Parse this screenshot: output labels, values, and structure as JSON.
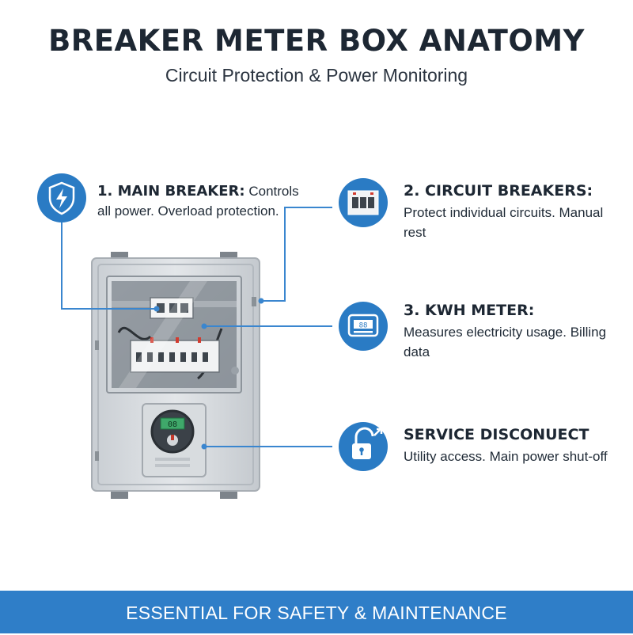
{
  "title": "BREAKER METER BOX ANATOMY",
  "subtitle": "Circuit Protection & Power Monitoring",
  "colors": {
    "accent": "#2f7ec8",
    "icon_bg": "#2a7bc4",
    "callout_line": "#3a86cf"
  },
  "meter": {
    "display": "08"
  },
  "callouts": [
    {
      "heading": "1. MAIN BREAKER:",
      "text": "Controls all power. Overload protection.",
      "icon": "shield-lightning-icon"
    },
    {
      "heading": "2. CIRCUIT BREAKERS:",
      "text": "Protect individual circuits. Manual rest",
      "icon": "breaker-switch-icon"
    },
    {
      "heading": "3. KWH METER:",
      "text": "Measures electricity usage. Billing data",
      "icon": "digital-meter-icon"
    },
    {
      "heading": "SERVICE DISCONUECT",
      "text": "Utility access. Main power shut-off",
      "icon": "padlock-wrench-icon"
    }
  ],
  "footer": "ESSENTIAL FOR SAFETY & MAINTENANCE"
}
